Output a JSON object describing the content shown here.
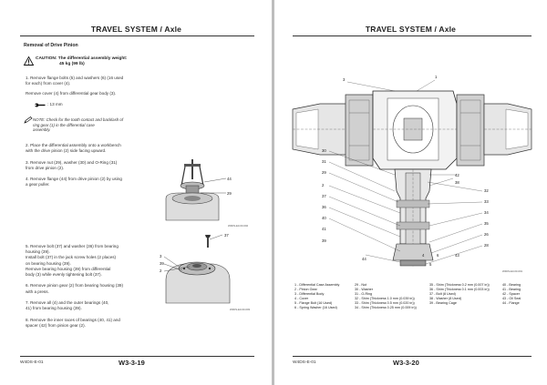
{
  "left_page": {
    "title": "TRAVEL SYSTEM / Axle",
    "section_heading": "Removal of Drive Pinion",
    "caution_line1": "CAUTION: The differential assembly weight:",
    "caution_line2": "45 kg (99 lb)",
    "steps_a": [
      "1.  Remove flange bolts (5) and washers (6) (16 used",
      "     for each) from cover (4).",
      "     Remove cover (4) from differential gear body (3)."
    ],
    "tool_size": ": 13 mm",
    "note_lines": [
      "NOTE:  Check for the tooth contact and backlash of",
      "           ring gear (1) in the differential case",
      "           assembly."
    ],
    "steps_b": [
      "2.  Place the differential assembly onto a workbench",
      "     with the drive pinion (2) side facing upward.",
      "",
      "3.  Remove nut (29), washer (30) and O-Ring (31)",
      "     from drive pinion (2).",
      "",
      "4.  Remove flange (44) from drive pinion (2) by using",
      "     a gear puller."
    ],
    "fig1_labels": [
      "44",
      "29"
    ],
    "fig1_code": "W4DS-E3-03-002",
    "steps_c": [
      "5.  Remove bolt (37) and washer (36) from bearing",
      "     housing (39).",
      "     Install bolt (37) in the jack screw holes (2 places)",
      "     on bearing housing (39).",
      "     Remove bearing housing (39) from differential",
      "     body (3) while evenly tightening bolt (37).",
      "",
      "6.  Remove pinion gear (2) from bearing housing (39)",
      "     with a press.",
      "",
      "7.  Remove all (4) and the outer bearings (40,",
      "     41) from bearing housing (39).",
      "",
      "8.  Remove the inner races of bearings (40, 41) and",
      "     spacer (42) from pinion gear (2)."
    ],
    "fig2_labels": [
      "37",
      "3",
      "39",
      "2"
    ],
    "fig2_code": "W4DS-E3-03-003",
    "footer_code": "W4DS-E-01",
    "page_number": "W3-3-19"
  },
  "right_page": {
    "title": "TRAVEL SYSTEM / Axle",
    "callouts_top": [
      "3",
      "1"
    ],
    "callouts_left": [
      "30",
      "31",
      "29",
      "2",
      "37",
      "36",
      "40",
      "41",
      "39",
      "42",
      "38",
      "32",
      "33",
      "34",
      "35",
      "26",
      "28",
      "44",
      "43",
      "4",
      "5",
      "6"
    ],
    "diagram_code": "W4DS-E3-03-001",
    "legend": {
      "col1": [
        "1 -  Differential Case Assembly",
        "2 -  Pinion Gear",
        "3 -  Differential Body",
        "4 -  Cover",
        "5 -  Flange Bolt (16 Used)",
        "6 -  Spring Washer (16 Used)"
      ],
      "col2": [
        "29 - Nut",
        "30 - Washer",
        "31 - O-Ring",
        "32 - Shim (Thickness 1.0 mm (0.039 in))",
        "33 - Shim (Thickness 0.5 mm (0.020 in))",
        "34 - Shim (Thickness 0.25 mm (0.009 in))"
      ],
      "col3": [
        "35 - Shim (Thickness 0.2 mm (0.007 in))",
        "36 - Shim (Thickness 0.1 mm (0.003 in))",
        "37 - Bolt (8 Used)",
        "38 - Washer (8 Used)",
        "39 - Bearing Cage",
        ""
      ],
      "col4": [
        "40 - Bearing",
        "41 - Bearing",
        "42 - Spacer",
        "43 - Oil Seal",
        "44 - Flange",
        ""
      ]
    },
    "footer_code": "W4DS-E-01",
    "page_number": "W3-3-20"
  }
}
